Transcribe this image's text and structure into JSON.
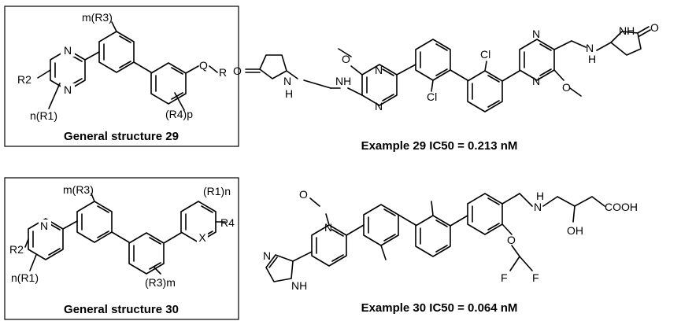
{
  "panels": [
    {
      "caption": "General structure 29",
      "labels": {
        "r3": "m(R3)",
        "q": "Q",
        "r": "R",
        "r2": "R2",
        "r4": "(R4)p",
        "r1": "n(R1)",
        "n_top": "N",
        "n_bottom": "N"
      }
    },
    {
      "caption": "General structure 30",
      "labels": {
        "r3_top": "m(R3)",
        "r1_right": "(R1)n",
        "r4": "R4",
        "x": "X",
        "r2": "R2",
        "r1_left": "n(R1)",
        "r3_bottom": "(R3)m",
        "n": "N"
      }
    }
  ],
  "examples": [
    {
      "title": "Example 29   IC50 = 0.213 nM",
      "labels": {
        "o": "O",
        "n": "N",
        "cl": "Cl",
        "nh": "NH",
        "h": "H"
      }
    },
    {
      "title": "Example 30   IC50 = 0.064 nM",
      "labels": {
        "o": "O",
        "n": "N",
        "h": "H",
        "nh": "NH",
        "oh": "OH",
        "cooh": "COOH",
        "f": "F"
      }
    }
  ]
}
